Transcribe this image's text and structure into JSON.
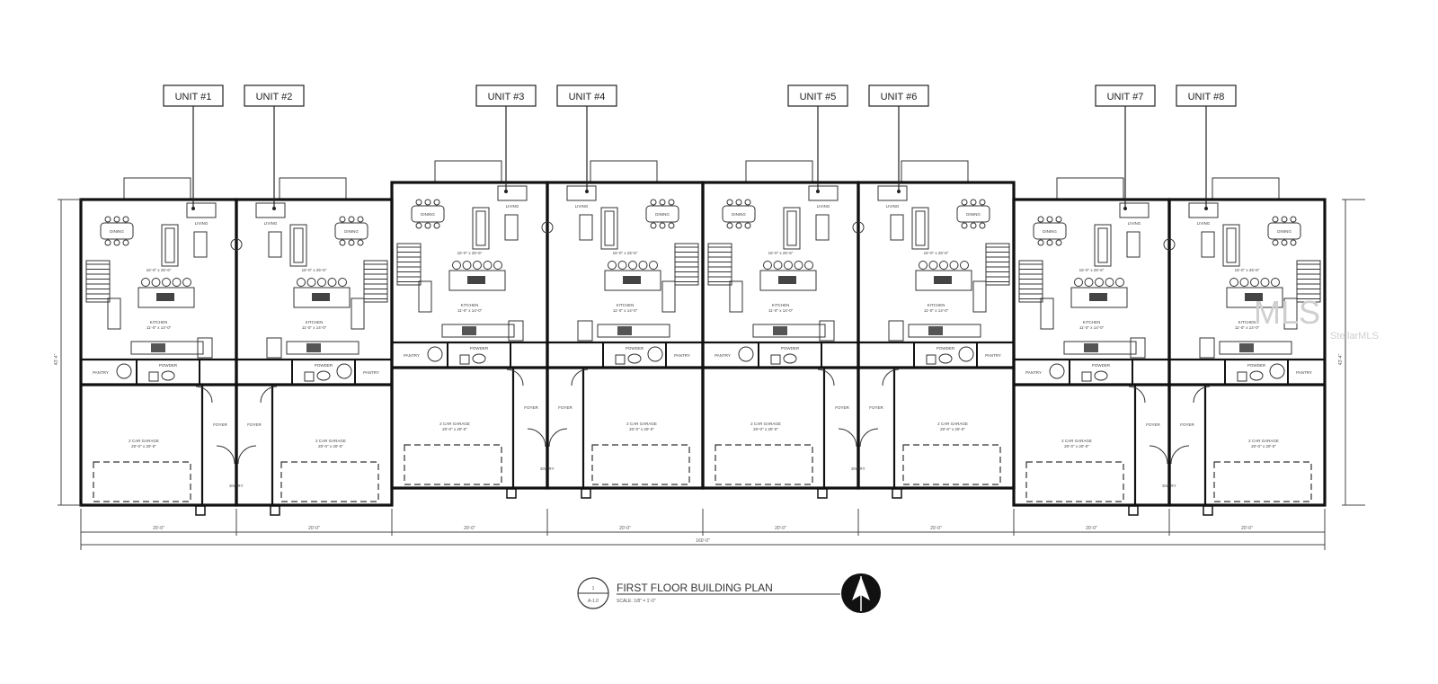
{
  "units": [
    {
      "tag": "UNIT #1"
    },
    {
      "tag": "UNIT #2"
    },
    {
      "tag": "UNIT #3"
    },
    {
      "tag": "UNIT #4"
    },
    {
      "tag": "UNIT #5"
    },
    {
      "tag": "UNIT #6"
    },
    {
      "tag": "UNIT #7"
    },
    {
      "tag": "UNIT #8"
    }
  ],
  "rooms": {
    "living": "LIVING",
    "dining": "DINING",
    "kitchen": "KITCHEN",
    "pantry": "PANTRY",
    "powder": "POWDER",
    "foyer": "FOYER",
    "entry": "ENTRY",
    "garage": "2 CAR GARAGE",
    "living_size": "16'-0\" x 25'-6\"",
    "kitchen_size": "11'-0\" x 14'-0\"",
    "garage_size": "20'-0\" x 20'-0\""
  },
  "dimensions": {
    "unit_width": "20'-0\"",
    "overall_width": "160'-0\"",
    "overall_depth": "43'-4\""
  },
  "title": {
    "main": "FIRST FLOOR BUILDING PLAN",
    "scale": "SCALE: 1/8\" = 1'-0\"",
    "callout_num": "1",
    "callout_sheet": "A-1.0"
  },
  "watermark": {
    "brand": "StellarMLS",
    "mark": "MLS"
  }
}
